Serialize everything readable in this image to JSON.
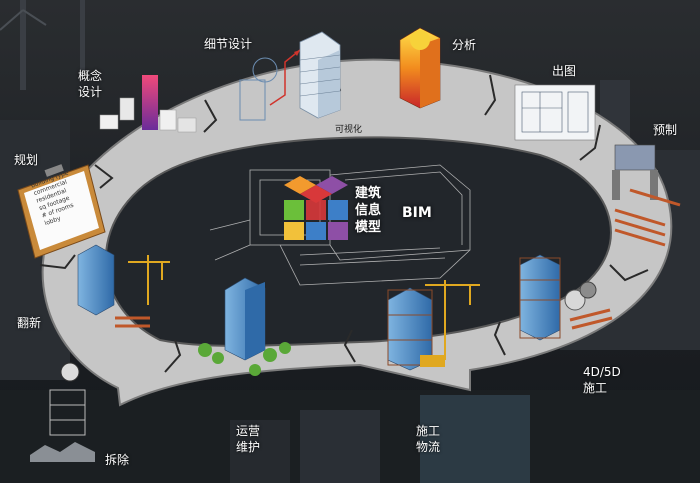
{
  "diagram": {
    "center": {
      "title_lines": [
        "建筑",
        "信息",
        "模型"
      ],
      "acronym": "BIM"
    },
    "stages": {
      "planning": "规划",
      "concept_line1": "概念",
      "concept_line2": "设计",
      "detail_design": "细节设计",
      "analysis": "分析",
      "drawings": "出图",
      "prefab": "预制",
      "construction_4d5d_line1": "4D/5D",
      "construction_4d5d_line2": "施工",
      "logistics_line1": "施工",
      "logistics_line2": "物流",
      "operation_line1": "运营",
      "operation_line2": "维护",
      "renovation": "翻新",
      "demolition": "拆除"
    },
    "ring_annotation": "可视化",
    "clipboard_lines": [
      "building type",
      "commercial",
      "residential",
      "sq footage",
      "# of rooms",
      "lobby"
    ],
    "colors": {
      "ring": "#c8c8c8",
      "ring_edge": "#6a6a6a",
      "background": "#1d2127",
      "arrow_red": "#d0342c",
      "logo_orange": "#f29a2e",
      "logo_purple": "#8e4fa6",
      "logo_green": "#6bbf3a",
      "logo_red": "#d8383a",
      "logo_blue": "#3d7fc8"
    }
  }
}
